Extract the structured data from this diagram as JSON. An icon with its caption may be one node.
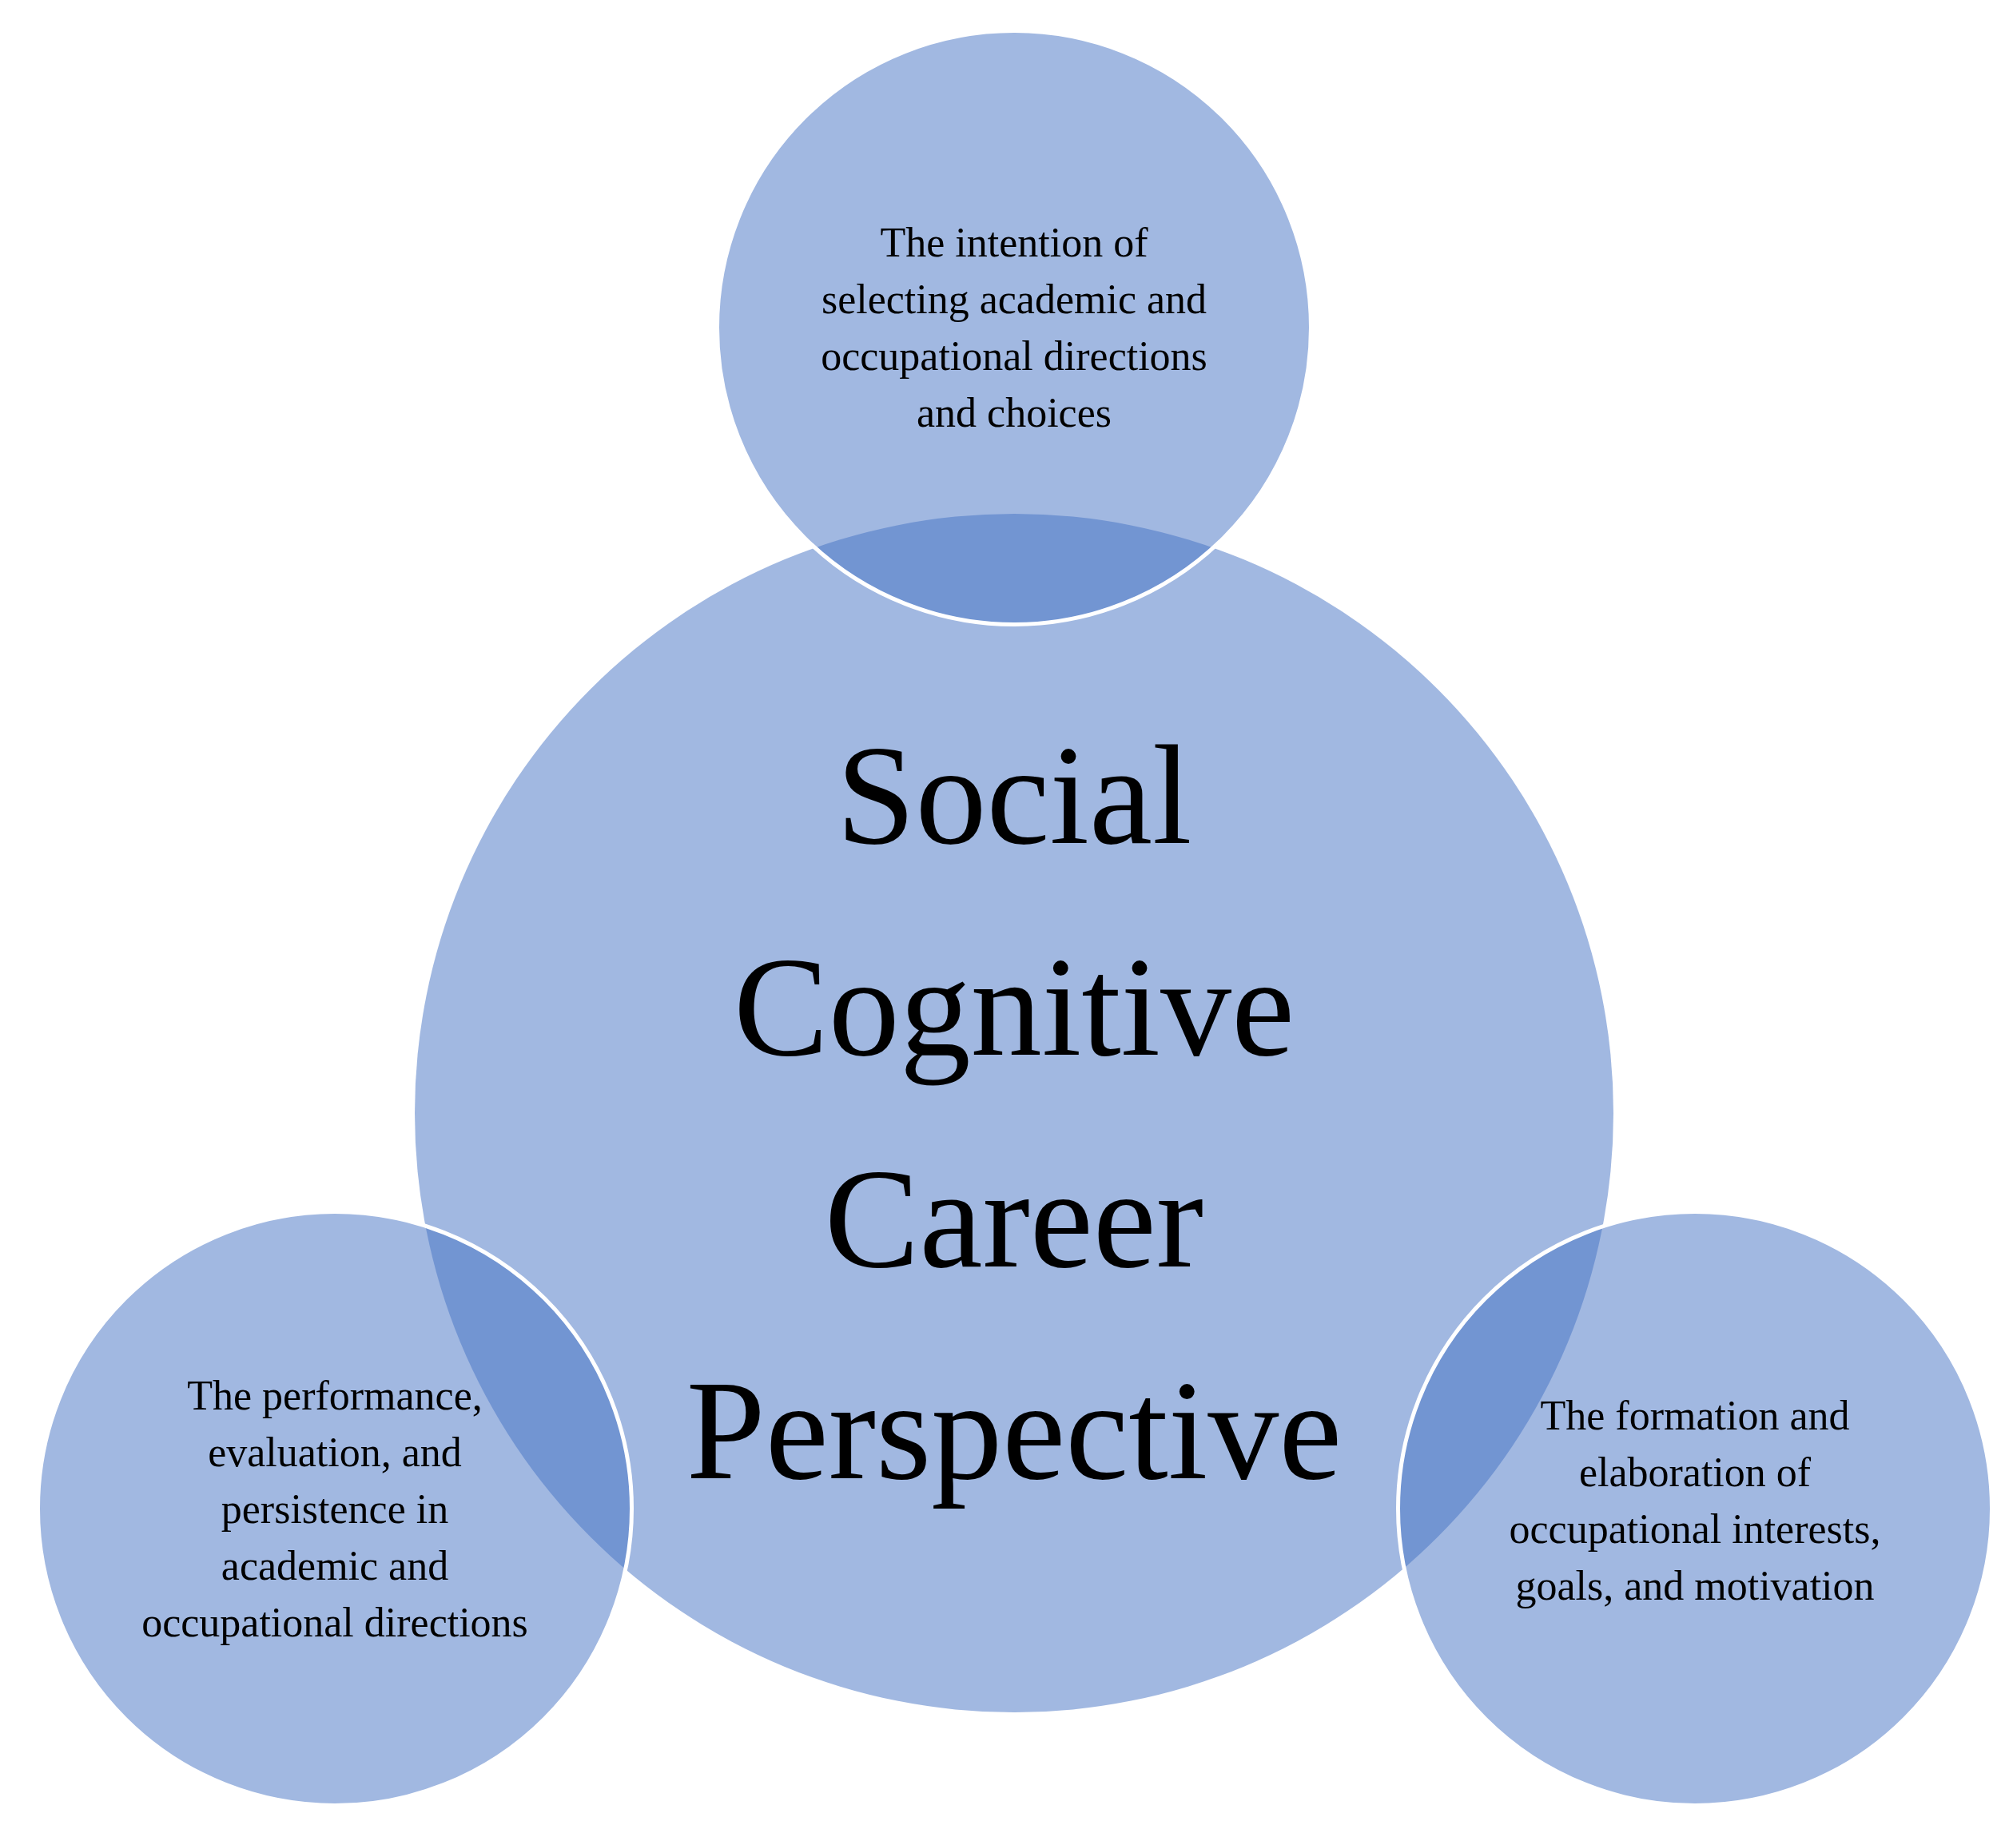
{
  "diagram": {
    "nodes": [
      {
        "text": [
          "Social Cognitive Career Perspective"
        ]
      },
      {
        "text": [
          "The intention of selecting academic and occupational directions and choices"
        ]
      },
      {
        "text": [
          "The performance, evaluation, and persistence in academic and occupational directions"
        ]
      },
      {
        "text": [
          "The formation and elaboration of occupational interests, goals, and motivation"
        ]
      }
    ]
  }
}
